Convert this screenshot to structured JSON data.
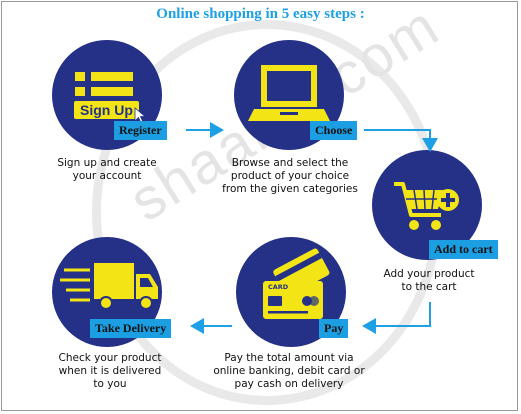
{
  "title": "Online shopping in 5 easy steps :",
  "watermark": "shaalaa.com",
  "colors": {
    "circle": "#243187",
    "label_bg": "#1c9fe2",
    "icon": "#f3e515",
    "arrow": "#1ea0e6",
    "title": "#1ea0e6"
  },
  "steps": [
    {
      "label": "Register",
      "icon": "signup-icon",
      "icon_text": "Sign Up",
      "desc": [
        "Sign up and create",
        "your account"
      ]
    },
    {
      "label": "Choose",
      "icon": "laptop-icon",
      "desc": [
        "Browse and select the",
        "product of your choice",
        "from the given categories"
      ]
    },
    {
      "label": "Add to cart",
      "icon": "cart-icon",
      "desc": [
        "Add your product",
        "to the cart"
      ]
    },
    {
      "label": "Pay",
      "icon": "card-icon",
      "icon_text": "CARD",
      "desc": [
        "Pay the total amount via",
        "online banking, debit card or",
        "pay cash on delivery"
      ]
    },
    {
      "label": "Take Delivery",
      "icon": "truck-icon",
      "desc": [
        "Check your product",
        "when it is delivered",
        "to you"
      ]
    }
  ]
}
